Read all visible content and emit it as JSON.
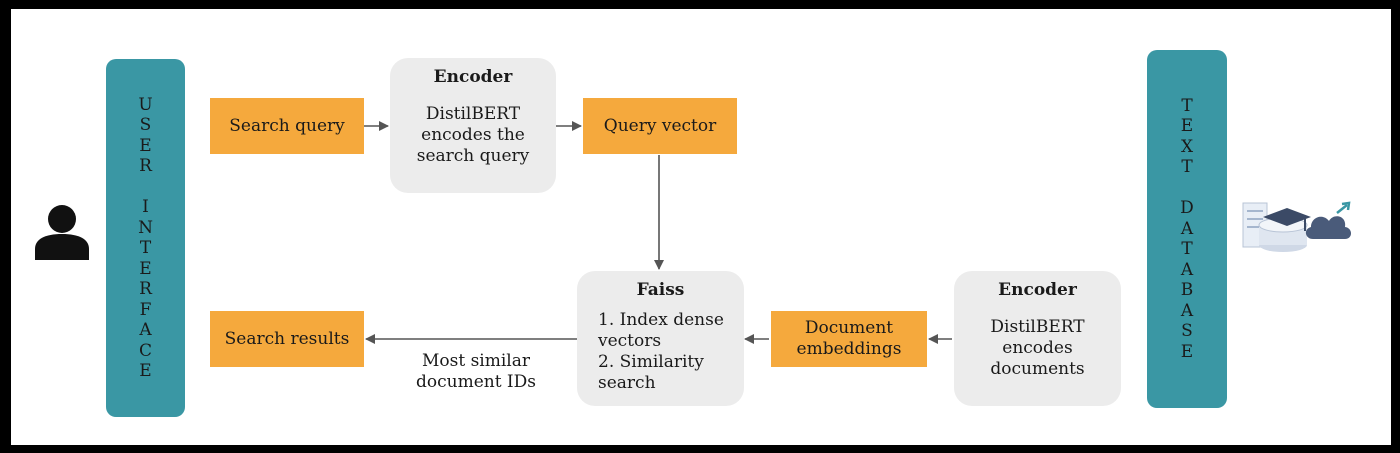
{
  "colors": {
    "pillar": "#3a97a4",
    "orange_box": "#f5a93d",
    "grey_box": "#ececec",
    "arrow": "#555555"
  },
  "user_interface": {
    "word1": "USER",
    "word2": "INTERFACE"
  },
  "text_database": {
    "word1": "TEXT",
    "word2": "DATABASE"
  },
  "icons": {
    "user": "user-silhouette-icon",
    "database": "database-cloud-icon"
  },
  "boxes": {
    "search_query": "Search query",
    "query_vector": "Query vector",
    "search_results": "Search results",
    "document_embeddings": [
      "Document",
      "embeddings"
    ]
  },
  "encoder_top": {
    "title": "Encoder",
    "lines": [
      "DistilBERT",
      "encodes the",
      "search query"
    ]
  },
  "faiss": {
    "title": "Faiss",
    "lines": [
      "1. Index dense",
      "vectors",
      "2. Similarity",
      "search"
    ]
  },
  "encoder_bottom": {
    "title": "Encoder",
    "lines": [
      "DistilBERT",
      "encodes",
      "documents"
    ]
  },
  "edge_label": {
    "lines": [
      "Most similar",
      "document IDs"
    ]
  }
}
